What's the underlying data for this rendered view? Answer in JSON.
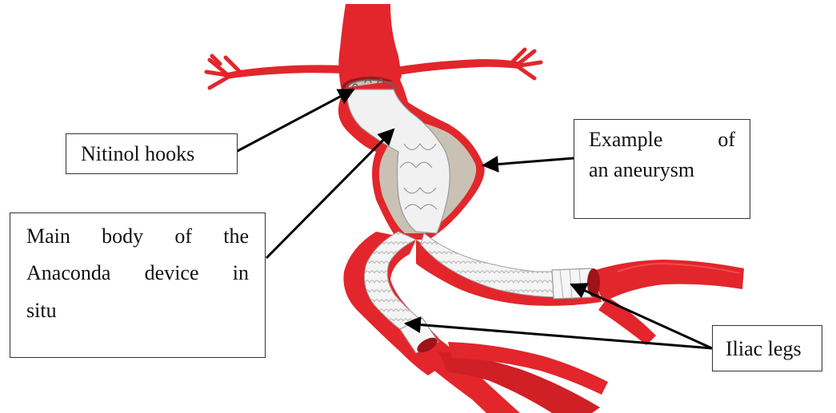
{
  "figure": {
    "background": "#ffffff",
    "vessel_color": "#e2262b",
    "vessel_dark": "#9e1418",
    "graft_color": "#f1f1f1",
    "sac_color": "#c9c1b4",
    "arrow_color": "#000000"
  },
  "labels": {
    "nitinol_hooks": "Nitinol hooks",
    "aneurysm": {
      "line1": "Example of",
      "line2": "an aneurysm"
    },
    "main_body": {
      "line1": "Main body of the",
      "line2": "Anaconda device in",
      "line3": "situ"
    },
    "iliac_legs": "Iliac legs"
  }
}
